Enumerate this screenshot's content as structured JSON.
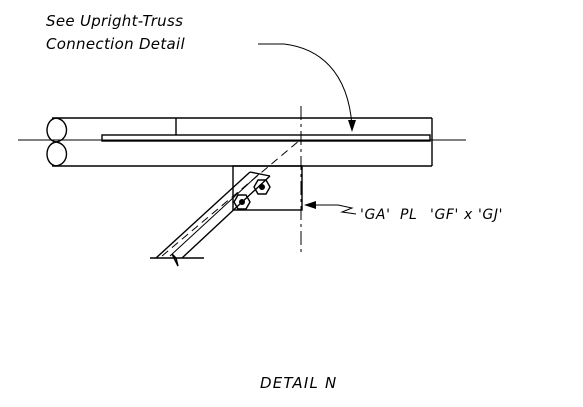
{
  "note": {
    "line1": "See Upright-Truss",
    "line2": "Connection Detail"
  },
  "callout": {
    "prefix": "'GA'",
    "plate_symbol": "PL",
    "dims": "'GF' x 'GJ'"
  },
  "title": "DETAIL N",
  "colors": {
    "ink": "#000000",
    "paper": "#ffffff"
  }
}
